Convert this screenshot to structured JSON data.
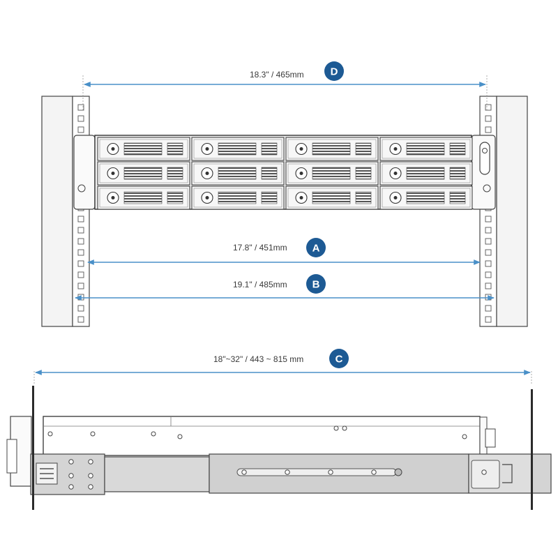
{
  "colors": {
    "dimension_line": "#4a90c8",
    "badge_fill": "#1d5a94",
    "outline": "#444444",
    "rail_fill": "#d9d9d9",
    "post_fill": "#f2f2f2"
  },
  "dimensions": {
    "D": {
      "badge": "D",
      "text": "18.3\" / 465mm"
    },
    "A": {
      "badge": "A",
      "text": "17.8\" / 451mm"
    },
    "B": {
      "badge": "B",
      "text": "19.1\" / 485mm"
    },
    "C": {
      "badge": "C",
      "text": "18\"~32\" / 443 ~ 815 mm"
    }
  }
}
